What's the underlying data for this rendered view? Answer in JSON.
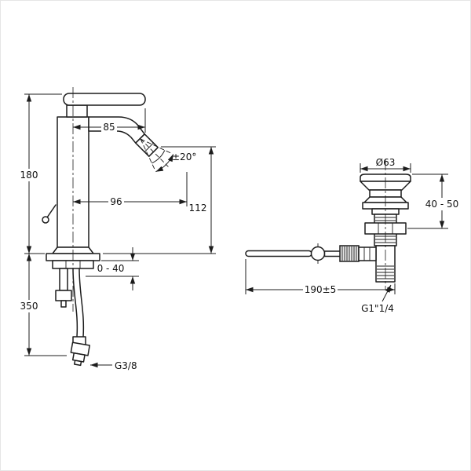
{
  "faucet_view": {
    "spout_reach": "85",
    "swivel_angle": "±20°",
    "projection": "96",
    "outlet_height": "112",
    "mounting_height": "180",
    "hose_length": "350",
    "deck_thickness": "0 - 40",
    "supply_connection": "G3/8"
  },
  "drain_view": {
    "cap_diameter": "Ø63",
    "height_range": "40 - 50",
    "rod_length": "190±5",
    "waste_thread": "G1\"1/4"
  }
}
